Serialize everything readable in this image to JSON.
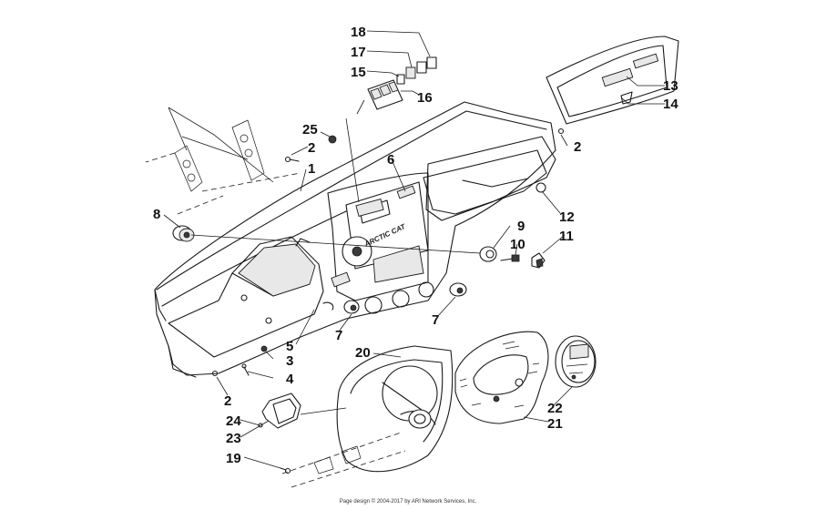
{
  "callouts": [
    {
      "id": "c18",
      "text": "18"
    },
    {
      "id": "c17",
      "text": "17"
    },
    {
      "id": "c15",
      "text": "15"
    },
    {
      "id": "c16",
      "text": "16"
    },
    {
      "id": "c13",
      "text": "13"
    },
    {
      "id": "c14",
      "text": "14"
    },
    {
      "id": "c25",
      "text": "25"
    },
    {
      "id": "c2a",
      "text": "2"
    },
    {
      "id": "c1",
      "text": "1"
    },
    {
      "id": "c6",
      "text": "6"
    },
    {
      "id": "c2b",
      "text": "2"
    },
    {
      "id": "c12",
      "text": "12"
    },
    {
      "id": "c8",
      "text": "8"
    },
    {
      "id": "c9",
      "text": "9"
    },
    {
      "id": "c10",
      "text": "10"
    },
    {
      "id": "c11",
      "text": "11"
    },
    {
      "id": "c7a",
      "text": "7"
    },
    {
      "id": "c7b",
      "text": "7"
    },
    {
      "id": "c5",
      "text": "5"
    },
    {
      "id": "c20",
      "text": "20"
    },
    {
      "id": "c3",
      "text": "3"
    },
    {
      "id": "c4",
      "text": "4"
    },
    {
      "id": "c2c",
      "text": "2"
    },
    {
      "id": "c24",
      "text": "24"
    },
    {
      "id": "c23",
      "text": "23"
    },
    {
      "id": "c22",
      "text": "22"
    },
    {
      "id": "c21",
      "text": "21"
    },
    {
      "id": "c19",
      "text": "19"
    }
  ],
  "brand_text": "ARCTIC CAT",
  "footer": "Page design © 2004-2017 by ARI Network Services, Inc."
}
